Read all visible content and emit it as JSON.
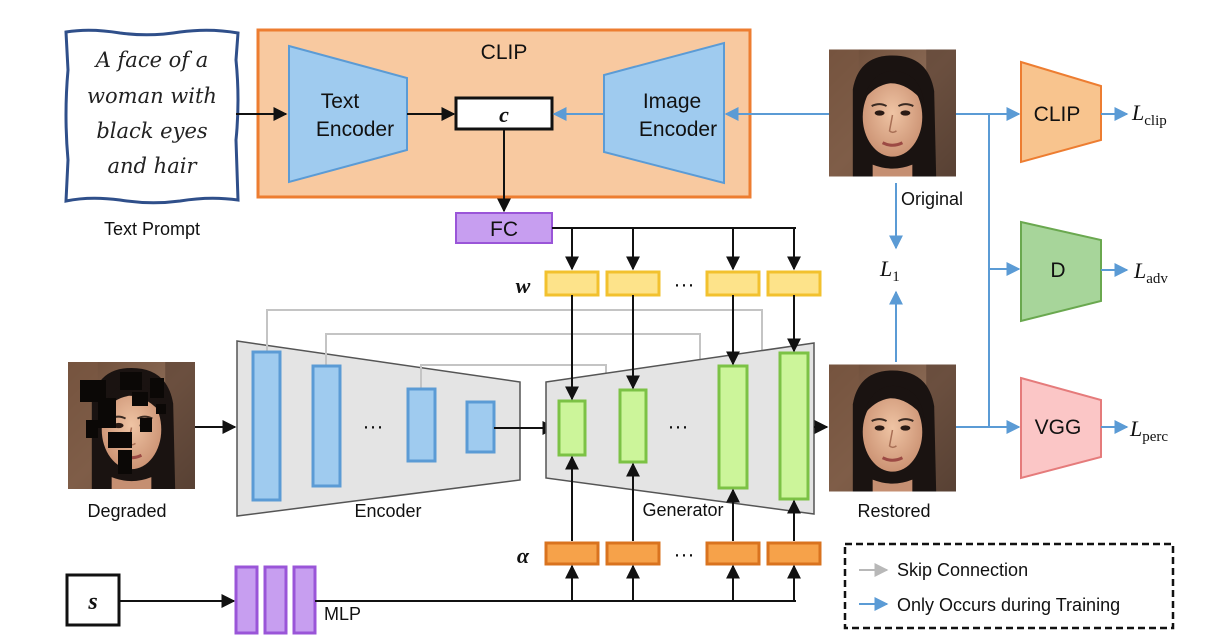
{
  "text_prompt": {
    "lines": [
      "A face of a",
      "woman with",
      "black eyes",
      "and hair"
    ],
    "caption": "Text Prompt"
  },
  "clip_block": {
    "title": "CLIP",
    "text_encoder": [
      "Text",
      "Encoder"
    ],
    "image_encoder": [
      "Image",
      "Encoder"
    ],
    "embedding": "c"
  },
  "fc_label": "FC",
  "w_label": "w",
  "alpha_label": "α",
  "s_label": "s",
  "mlp_label": "MLP",
  "ellipsis": "···",
  "encoder_label": "Encoder",
  "generator_label": "Generator",
  "images": {
    "degraded": "Degraded",
    "original": "Original",
    "restored": "Restored"
  },
  "l1_loss": {
    "symbol": "L",
    "sub": "1"
  },
  "loss_heads": [
    {
      "name": "CLIP",
      "loss_symbol": "L",
      "loss_sub": "clip"
    },
    {
      "name": "D",
      "loss_symbol": "L",
      "loss_sub": "adv"
    },
    {
      "name": "VGG",
      "loss_symbol": "L",
      "loss_sub": "perc"
    }
  ],
  "legend": {
    "skip": "Skip Connection",
    "training": "Only Occurs during Training"
  },
  "colors": {
    "clip_bg": "#f8c9a0",
    "clip_border": "#ed7d31",
    "encoder_fill": "#9fcbef",
    "encoder_border": "#5b9bd5",
    "fc_fill": "#c79ef0",
    "fc_border": "#9a55d8",
    "w_fill": "#fde38a",
    "w_border": "#f2c12e",
    "alpha_fill": "#f6a24a",
    "alpha_border": "#d9731f",
    "gen_fill": "#ccf59a",
    "gen_border": "#7cc245",
    "trapezoid_fill": "#e4e4e4",
    "skip": "#c4c4c4",
    "training": "#5b9bd5",
    "prompt_border": "#2f4f8a",
    "d_fill": "#a7d59a",
    "d_border": "#6aa84f",
    "vgg_fill": "#fbc6c6",
    "vgg_border": "#e57b7b",
    "clip_head_fill": "#f8c48e",
    "clip_head_border": "#ed7d31"
  }
}
